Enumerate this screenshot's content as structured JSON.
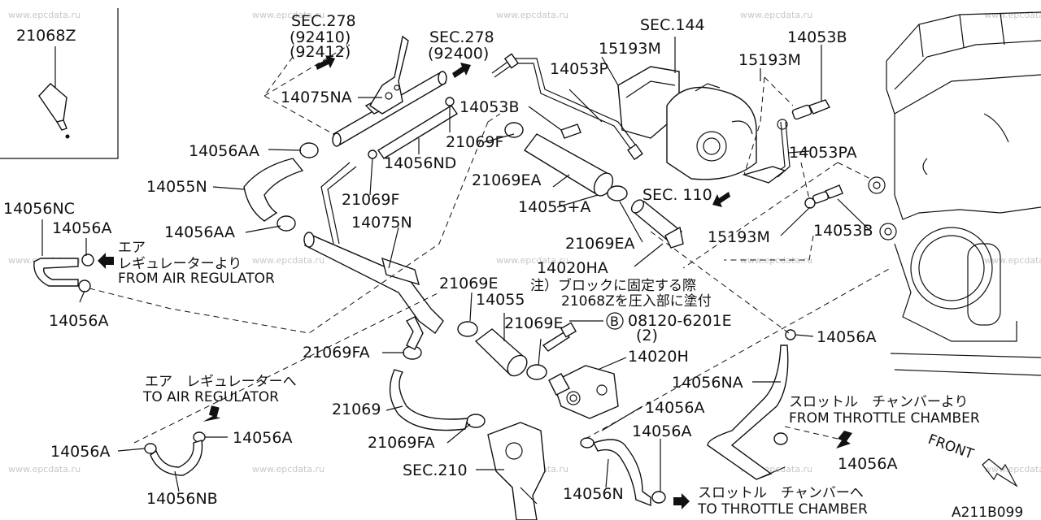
{
  "watermark": "www.epcdata.ru",
  "diagram_id": "A211B099",
  "front_label": "FRONT",
  "inset_part": "21068Z",
  "part_labels": {
    "sec278_a": "SEC.278",
    "sec278_a_ref1": "(92410)",
    "sec278_a_ref2": "(92412)",
    "sec278_b": "SEC.278",
    "sec278_b_ref": "(92400)",
    "sec144": "SEC.144",
    "p15193m_1": "15193M",
    "p14053b_1": "14053B",
    "p15193m_2": "15193M",
    "p14053p": "14053P",
    "p14075na": "14075NA",
    "p14053b_2": "14053B",
    "p21069f_1": "21069F",
    "p14056aa_1": "14056AA",
    "p14056nd": "14056ND",
    "p14053pa": "14053PA",
    "p21069ea_1": "21069EA",
    "p14055n": "14055N",
    "p21069f_2": "21069F",
    "p14055a": "14055+A",
    "sec110": "SEC. 110",
    "p14056nc": "14056NC",
    "p14056a_1": "14056A",
    "p14075n": "14075N",
    "p14056aa_2": "14056AA",
    "p15193m_3": "15193M",
    "p14053b_3": "14053B",
    "p21069ea_2": "21069EA",
    "p14020ha": "14020HA",
    "p14056a_2": "14056A",
    "p21069e_1": "21069E",
    "p14055": "14055",
    "p21069e_2": "21069E",
    "bolt_ref": "08120-6201E",
    "bolt_qty": "(2)",
    "bolt_circle": "B",
    "p14056a_3": "14056A",
    "p21069fa_1": "21069FA",
    "p14020h": "14020H",
    "p14056na": "14056NA",
    "p21069": "21069",
    "p14056a_4": "14056A",
    "p14056a_5": "14056A",
    "p21069fa_2": "21069FA",
    "p14056a_6": "14056A",
    "p14056a_7": "14056A",
    "sec210": "SEC.210",
    "p14056nb": "14056NB",
    "p14056n": "14056N",
    "p14056a_8": "14056A"
  },
  "notes": {
    "from_air_reg_jp1": "エア",
    "from_air_reg_jp2": "レギュレーターより",
    "from_air_reg_en": "FROM AIR REGULATOR",
    "to_air_reg_jp": "エア　レギュレーターへ",
    "to_air_reg_en": "TO AIR REGULATOR",
    "note_jp1": "注）ブロックに固定する際",
    "note_jp2": "21068Zを圧入部に塗付",
    "from_throttle_jp": "スロットル　チャンバーより",
    "from_throttle_en": "FROM THROTTLE CHAMBER",
    "to_throttle_jp": "スロットル　チャンバーへ",
    "to_throttle_en": "TO THROTTLE CHAMBER"
  },
  "icons": [
    "arrow-icon",
    "circled-b-icon",
    "front-arrow-icon"
  ]
}
